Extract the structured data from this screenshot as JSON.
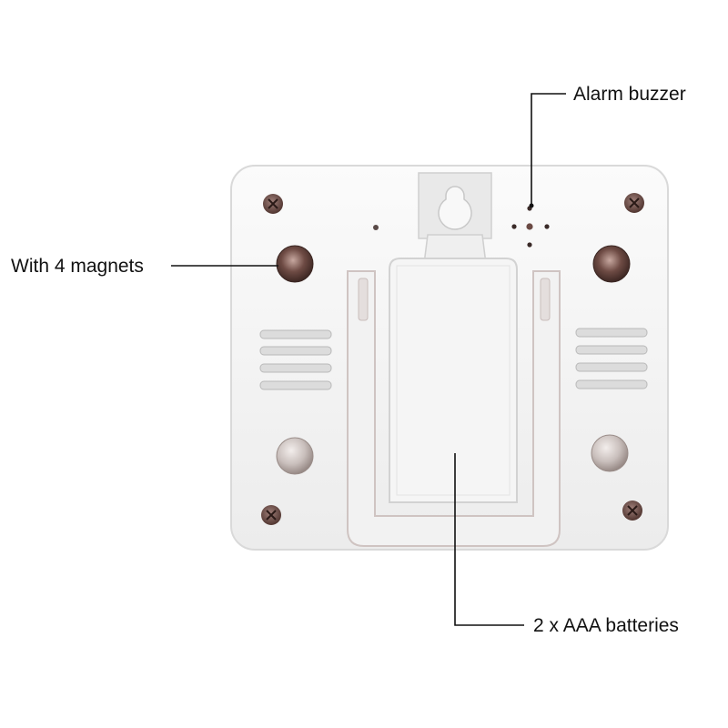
{
  "callouts": {
    "alarm_buzzer": "Alarm buzzer",
    "magnets": "With 4 magnets",
    "batteries": "2 x AAA batteries"
  },
  "colors": {
    "background": "#ffffff",
    "device_body": "#f6f6f6",
    "device_edge": "#d8d8d8",
    "stand": "#f1f1f1",
    "screw": "#6b4a44",
    "magnet": "#cfc7c4",
    "leader_line": "#111111"
  }
}
